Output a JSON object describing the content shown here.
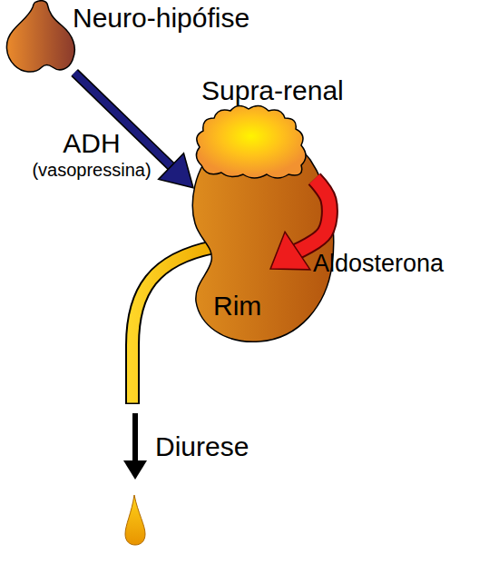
{
  "diagram": {
    "nodes": [
      {
        "text": [
          "Neuro-hipófise"
        ]
      },
      {
        "text": [
          "Supra-renal"
        ]
      },
      {
        "text": [
          "Rim"
        ]
      }
    ],
    "edges": [
      {
        "from": 0,
        "to": 2,
        "arrow": "to",
        "label": "ADH (vasopressina)"
      },
      {
        "from": 1,
        "to": 2,
        "arrow": "to",
        "label": "Aldosterona"
      }
    ],
    "labels": [
      "Diurese"
    ]
  }
}
